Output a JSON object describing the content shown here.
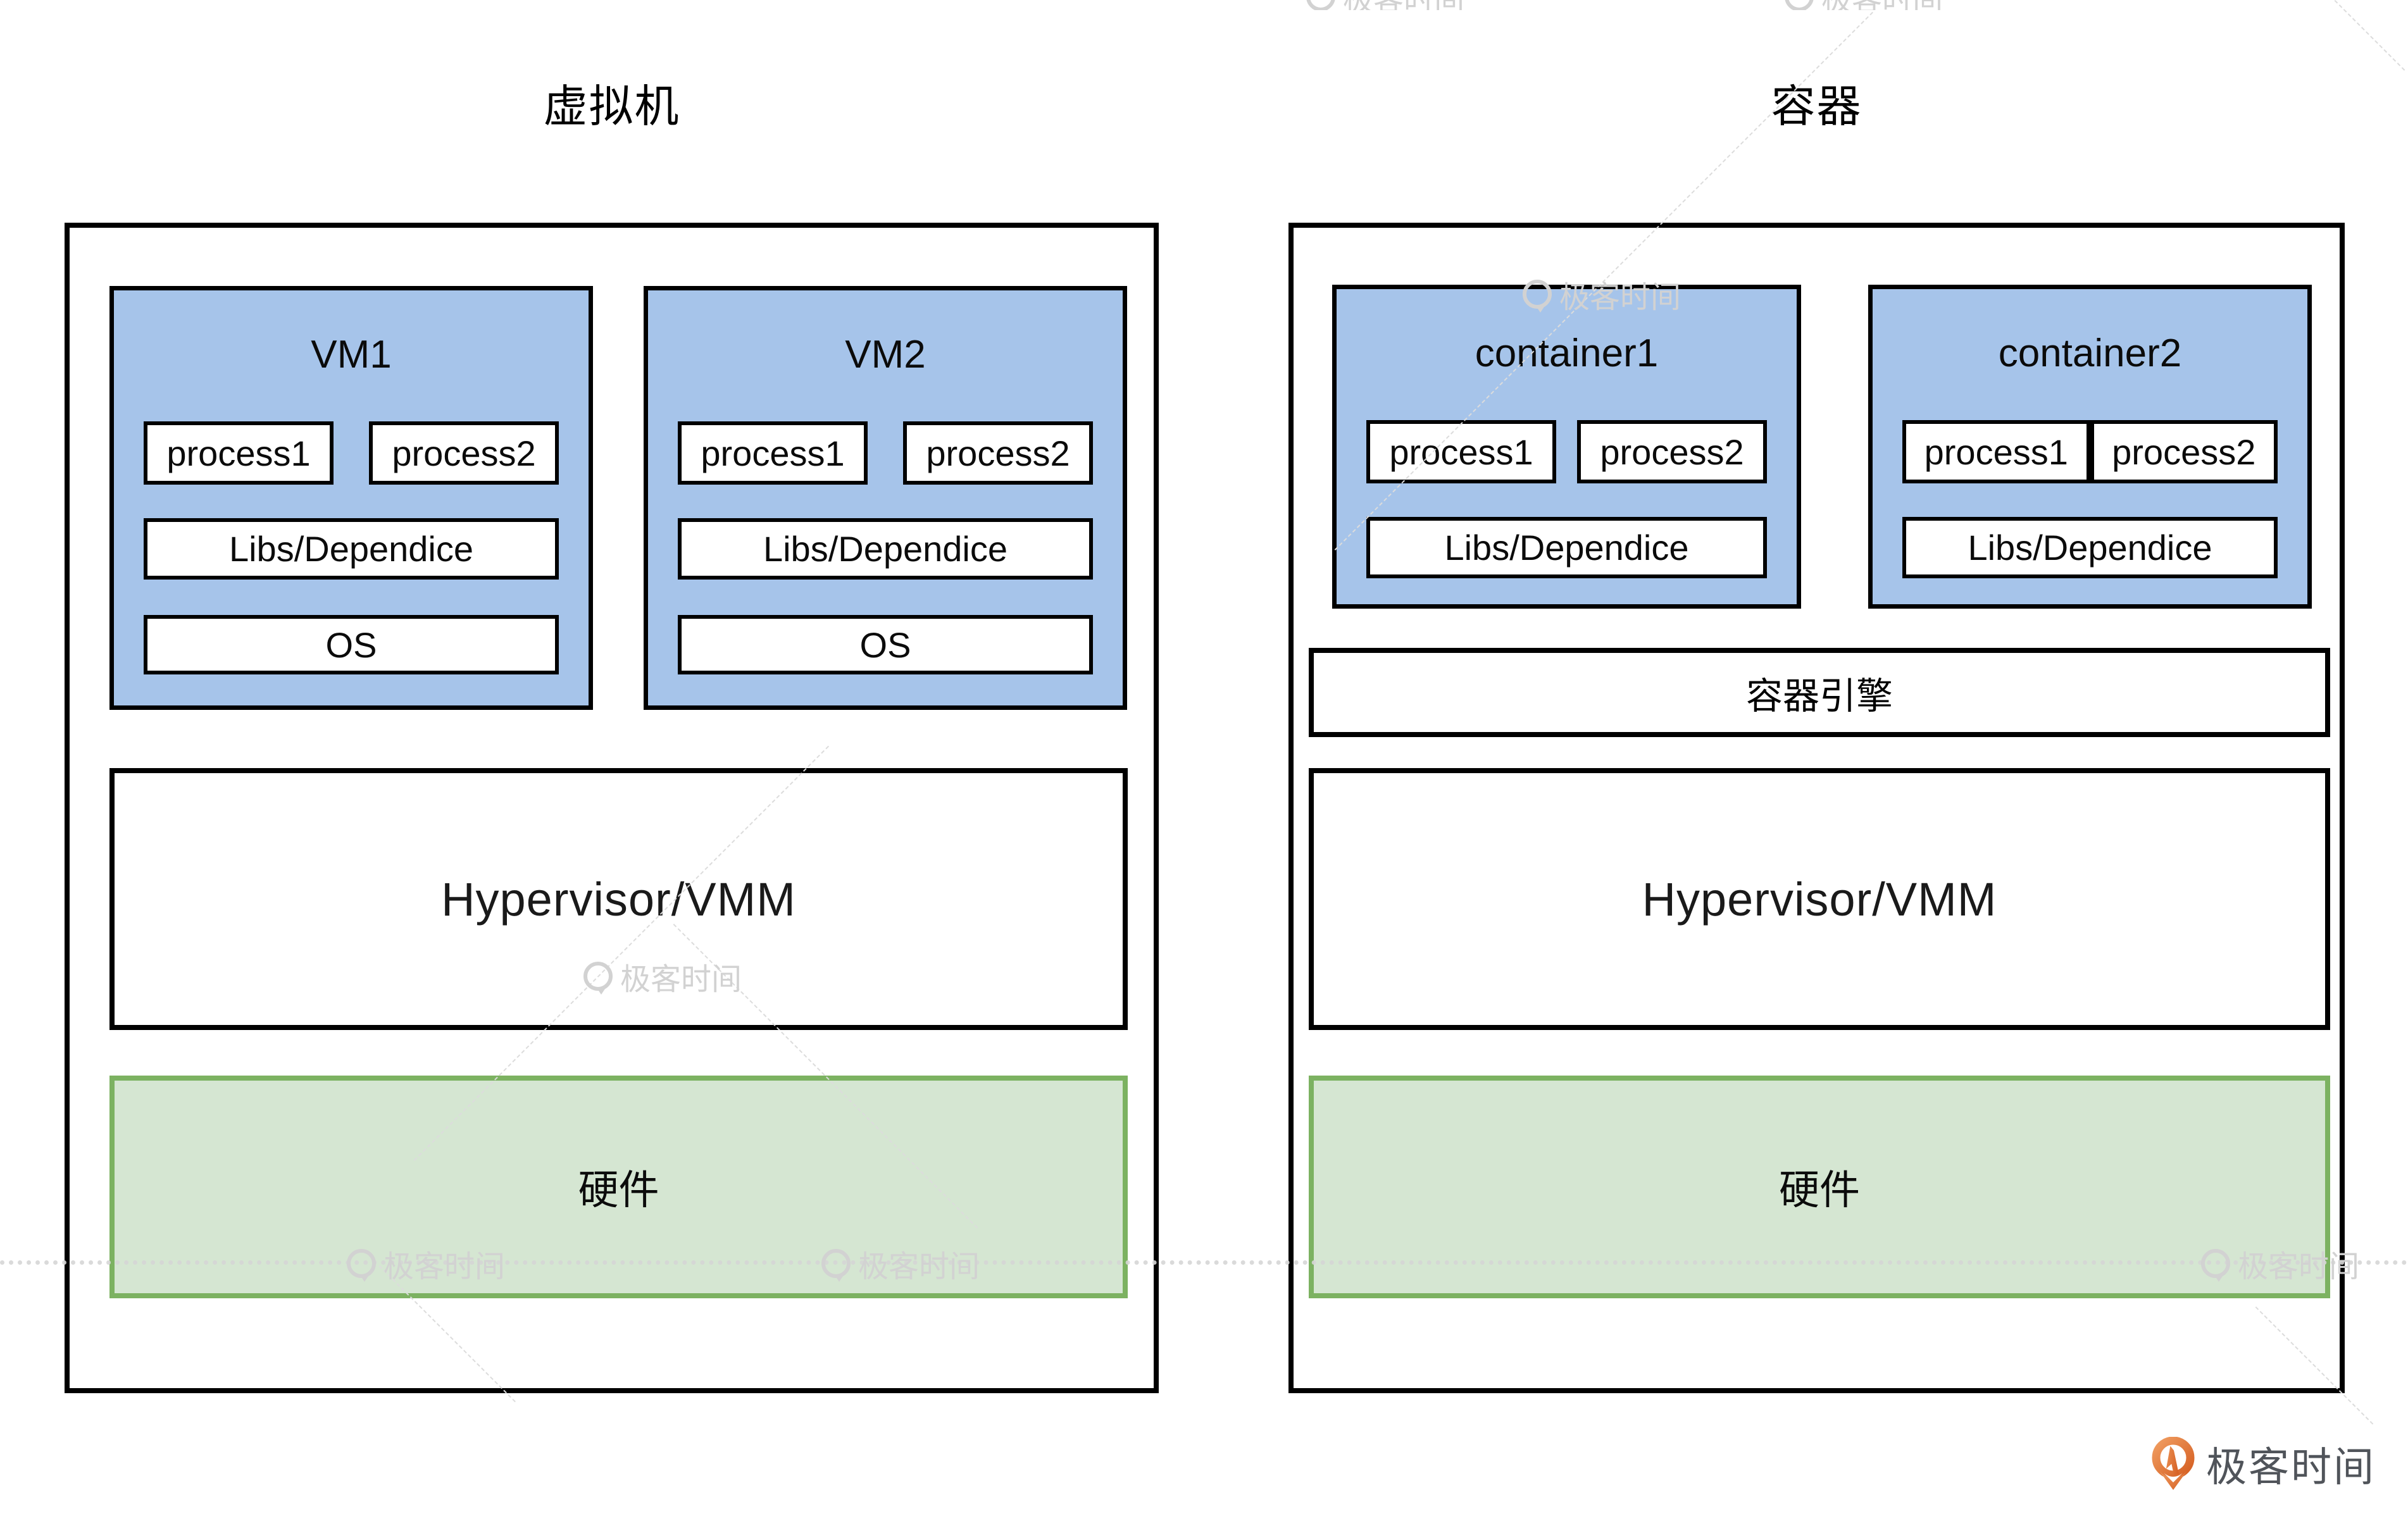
{
  "diagram": {
    "left": {
      "title": "虚拟机",
      "vms": [
        {
          "label": "VM1",
          "processes": [
            "process1",
            "process2"
          ],
          "libs": "Libs/Dependice",
          "os": "OS"
        },
        {
          "label": "VM2",
          "processes": [
            "process1",
            "process2"
          ],
          "libs": "Libs/Dependice",
          "os": "OS"
        }
      ],
      "hypervisor": "Hypervisor/VMM",
      "hardware": "硬件"
    },
    "right": {
      "title": "容器",
      "containers": [
        {
          "label": "container1",
          "processes": [
            "process1",
            "process2"
          ],
          "libs": "Libs/Dependice"
        },
        {
          "label": "container2",
          "processes": [
            "process1",
            "process2"
          ],
          "libs": "Libs/Dependice"
        }
      ],
      "engine": "容器引擎",
      "hypervisor": "Hypervisor/VMM",
      "hardware": "硬件"
    },
    "colors": {
      "vm_fill": "#a6c4ea",
      "box_border": "#000000",
      "hardware_fill": "#d5e6d2",
      "hardware_border": "#7cb261",
      "brand_orange": "#dd6527",
      "brand_text_color": "#50545a",
      "watermark_gray": "#d2d2d2"
    },
    "watermark": {
      "text": "极客时间"
    },
    "brand": {
      "text": "极客时间",
      "icon": "geektime-q-pin-icon"
    }
  }
}
